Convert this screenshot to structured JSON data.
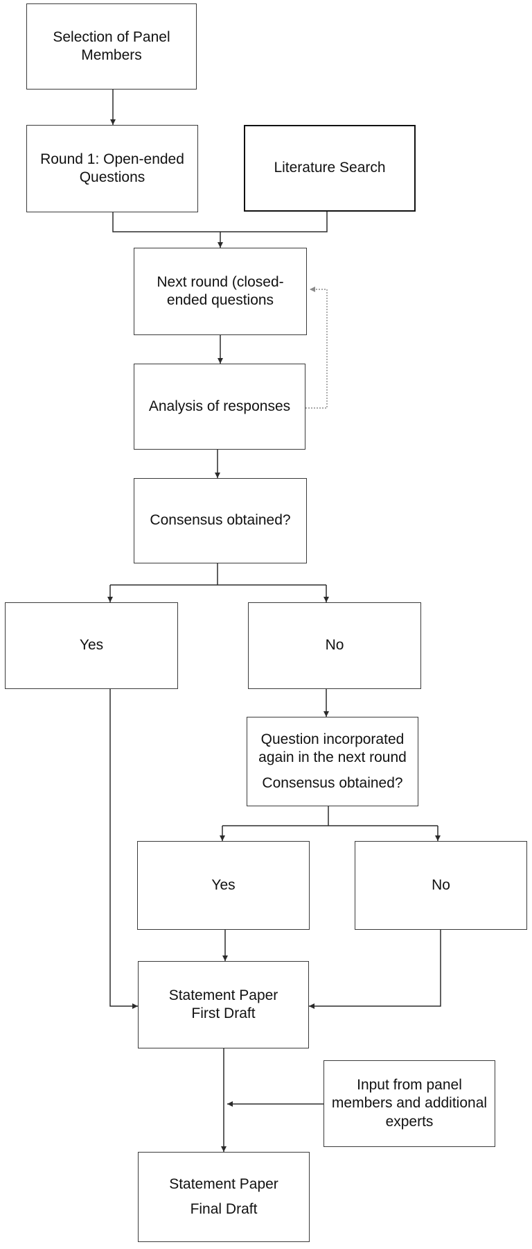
{
  "nodes": {
    "selection": {
      "text": "Selection of Panel Members"
    },
    "round1": {
      "text": "Round 1: Open-ended Questions"
    },
    "literature": {
      "text": "Literature Search"
    },
    "next_round": {
      "text": "Next round (closed-ended questions"
    },
    "analysis": {
      "text": "Analysis of responses"
    },
    "consensus": {
      "text": "Consensus obtained?"
    },
    "yes1": {
      "text": "Yes"
    },
    "no1": {
      "text": "No"
    },
    "question_again": {
      "line1": "Question incorporated again in the next round",
      "line2": "Consensus obtained?"
    },
    "yes2": {
      "text": "Yes"
    },
    "no2": {
      "text": "No"
    },
    "first_draft": {
      "line1": "Statement Paper",
      "line2": "First Draft"
    },
    "input": {
      "text": "Input from panel members and additional experts"
    },
    "final_draft": {
      "line1": "Statement Paper",
      "line2": "Final Draft"
    }
  }
}
